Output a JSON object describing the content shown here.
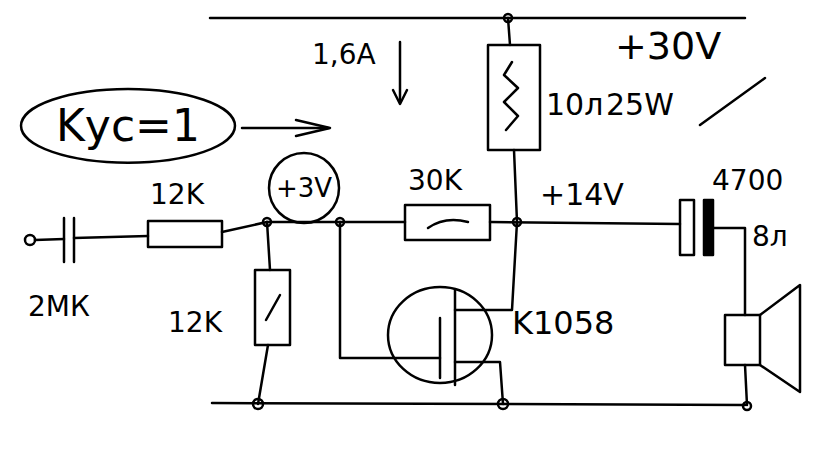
{
  "diagram": {
    "nodes": [
      {
        "text": [
          "Kус=1"
        ]
      },
      {
        "text": [
          "+3V"
        ]
      }
    ],
    "labels": [
      "1,6A",
      "+30V",
      "10л",
      "25W",
      "12K",
      "2МК",
      "30K",
      "+14V",
      "4700",
      "8л",
      "12K",
      "K1058"
    ]
  }
}
